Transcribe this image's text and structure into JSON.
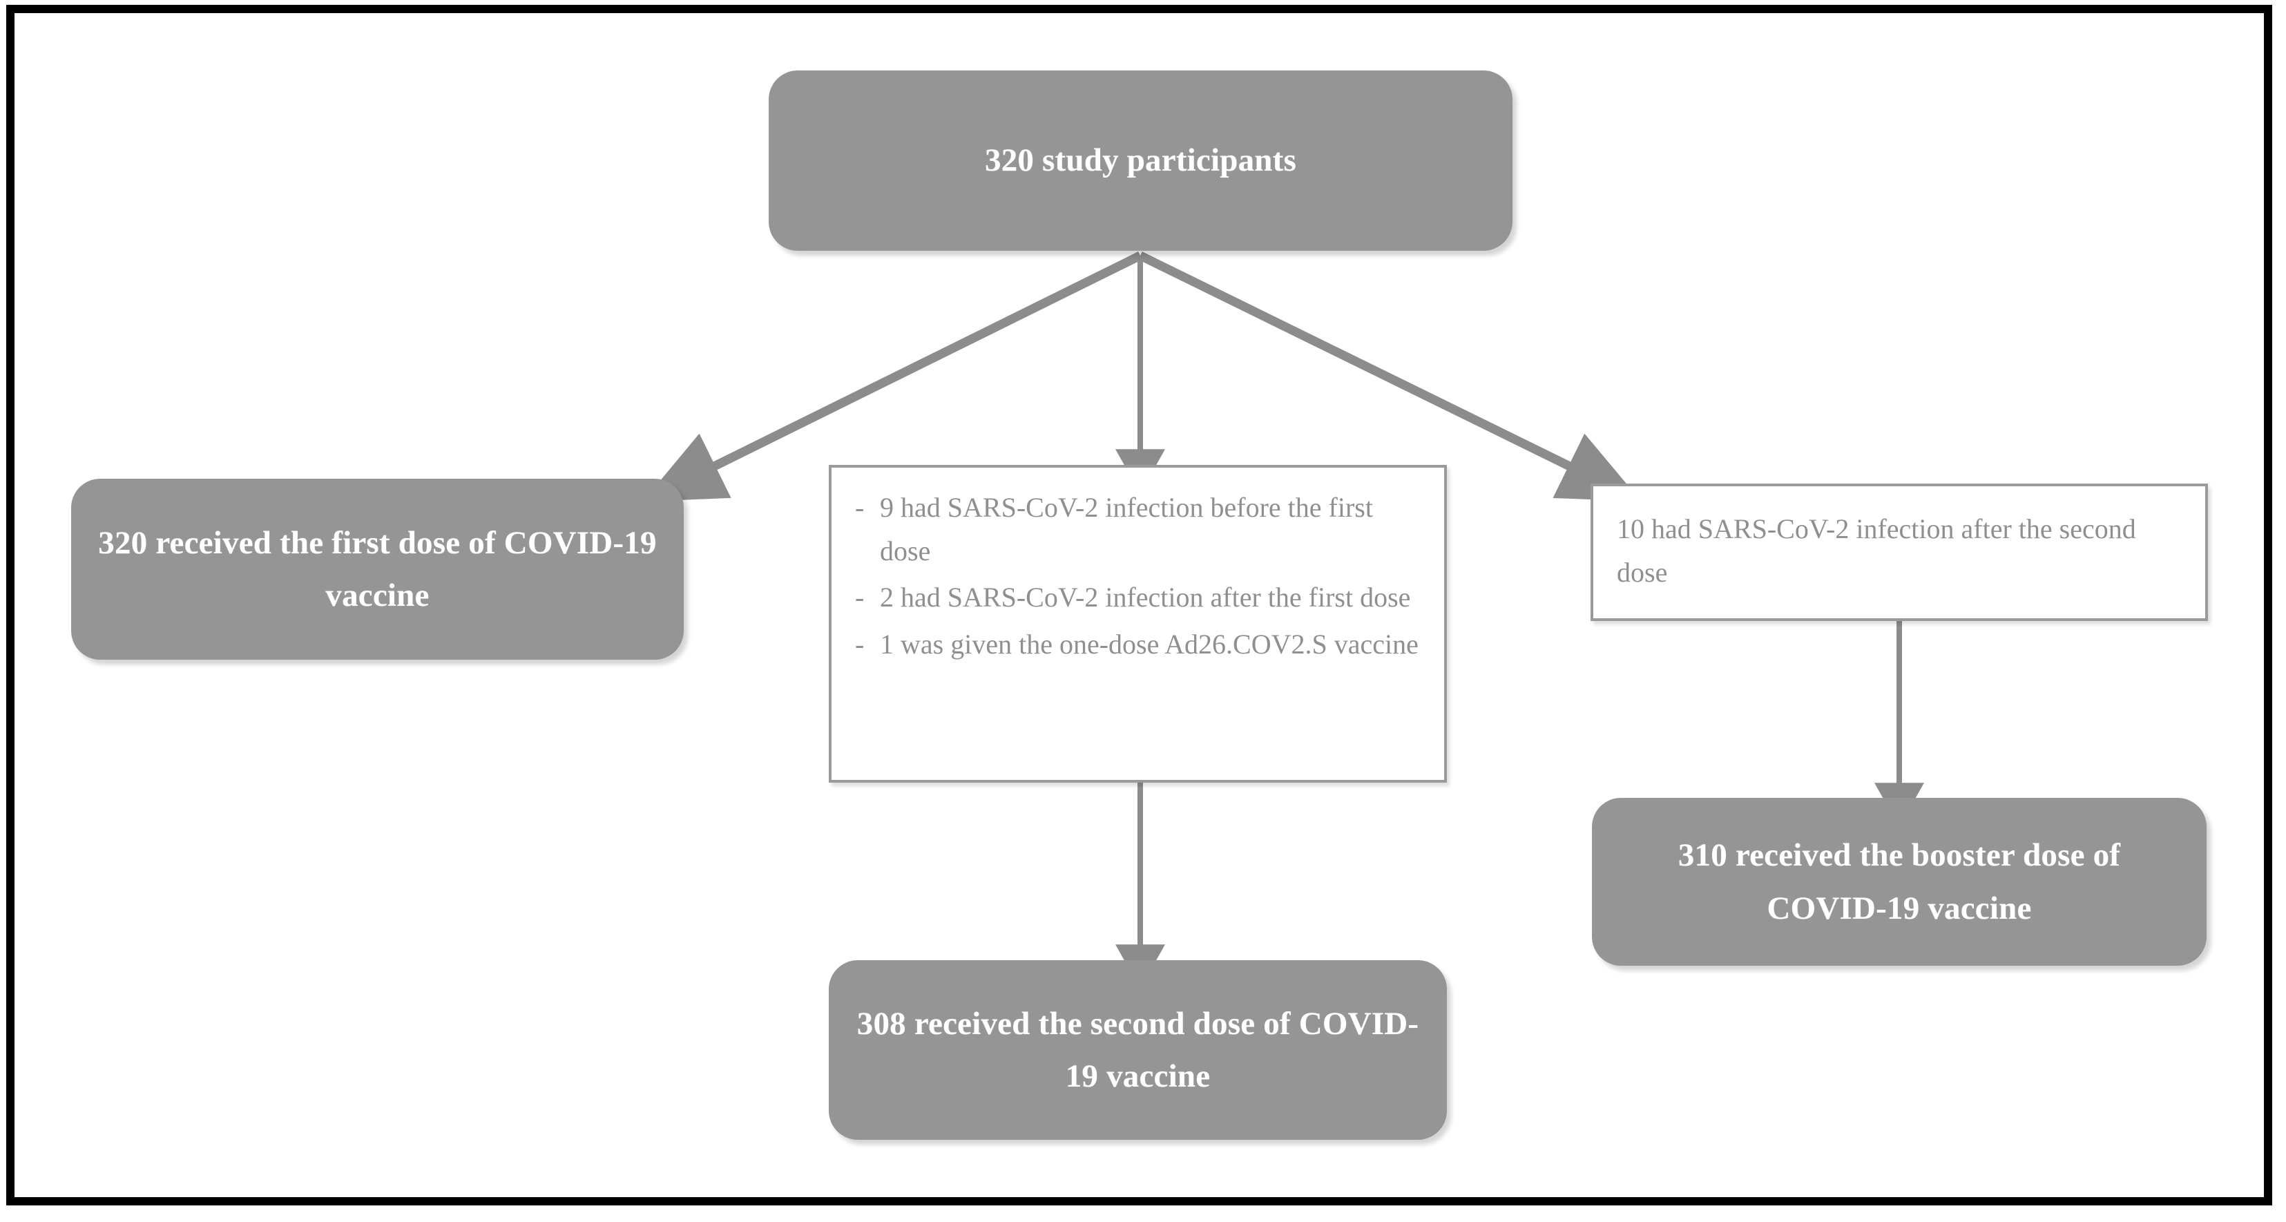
{
  "figure": {
    "type": "flowchart",
    "title": "COVID-19 vaccine study participant flow",
    "colors": {
      "node_fill": "#959595",
      "node_text_on_fill": "#ffffff",
      "outline_border": "#9a9a9a",
      "outline_text": "#8f8f8f",
      "connector": "#8c8c8c",
      "frame": "#000000",
      "background": "#ffffff"
    }
  },
  "nodes": {
    "top": {
      "id": "study-participants",
      "label": "320 study participants",
      "count": 320,
      "style": "filled-rounded"
    },
    "first_dose": {
      "id": "first-dose",
      "label": "320 received the first dose of COVID-19 vaccine",
      "count": 320,
      "style": "filled-rounded"
    },
    "exclusions": {
      "id": "exclusions-before-second-dose",
      "style": "outlined-rect",
      "bullet_marker": "-",
      "items": [
        {
          "count": 9,
          "text": "9 had SARS-CoV-2 infection before the first dose"
        },
        {
          "count": 2,
          "text": "2 had SARS-CoV-2 infection after the first dose"
        },
        {
          "count": 1,
          "text": "1 was given the one-dose Ad26.COV2.S vaccine"
        }
      ]
    },
    "post_second_dose": {
      "id": "infection-after-second-dose",
      "style": "outlined-rect",
      "count": 10,
      "text": "10 had SARS-CoV-2 infection after the second dose"
    },
    "second_dose": {
      "id": "second-dose",
      "label": "308 received the second dose of COVID-19 vaccine",
      "count": 308,
      "style": "filled-rounded"
    },
    "booster": {
      "id": "booster-dose",
      "label": "310 received the booster dose of COVID-19 vaccine",
      "count": 310,
      "style": "filled-rounded"
    }
  },
  "edges": [
    {
      "from": "study-participants",
      "to": "first-dose",
      "kind": "diagonal-left-arrow"
    },
    {
      "from": "study-participants",
      "to": "exclusions-before-second-dose",
      "kind": "vertical-arrow"
    },
    {
      "from": "study-participants",
      "to": "infection-after-second-dose",
      "kind": "diagonal-right-arrow"
    },
    {
      "from": "exclusions-before-second-dose",
      "to": "second-dose",
      "kind": "vertical-arrow"
    },
    {
      "from": "infection-after-second-dose",
      "to": "booster-dose",
      "kind": "vertical-arrow"
    }
  ]
}
